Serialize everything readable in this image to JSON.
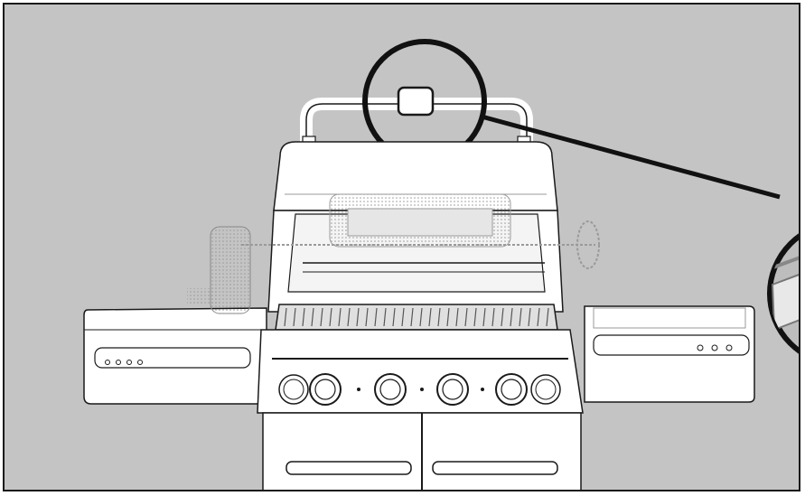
{
  "figure": {
    "subject": "gas-grill-with-rotisserie",
    "callout": "lid-handle-temperature-gauge-detail",
    "colors": {
      "background": "#c4c4c4",
      "line": "#1a1a1a",
      "fill": "#ffffff",
      "detail_line": "#9a9a9a"
    },
    "burner_knob_count": 4,
    "side_knob_count": 2
  }
}
